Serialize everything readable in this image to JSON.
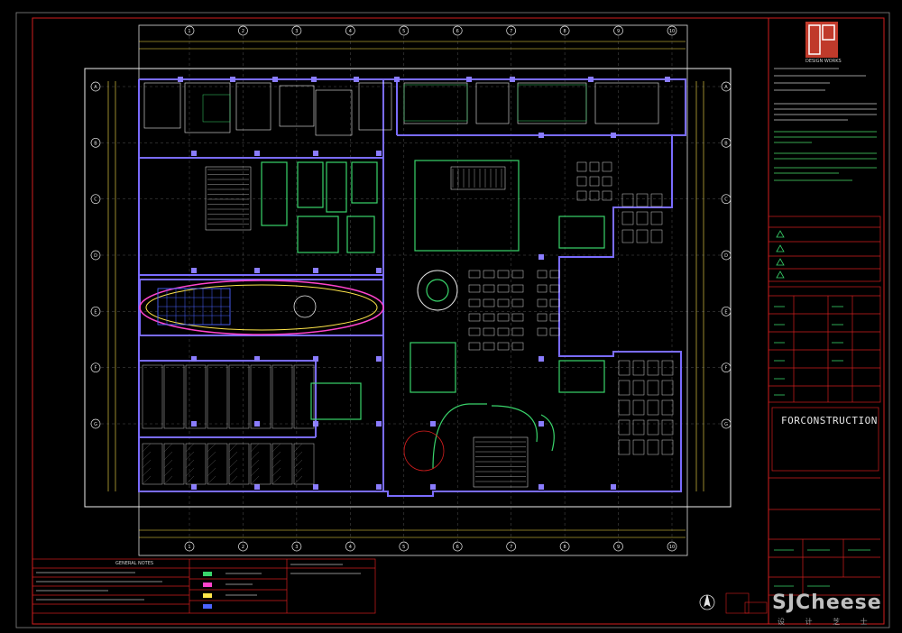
{
  "sheet": {
    "stamp": "FORCONSTRUCTION",
    "logo_caption": "DESIGN WORKS",
    "watermark_main": "SJCheese",
    "watermark_sub": "设 计 芝 士"
  },
  "grid": {
    "columns_top": [
      "1",
      "2",
      "3",
      "4",
      "5",
      "6",
      "7",
      "8",
      "9",
      "10"
    ],
    "rows_left": [
      "A",
      "B",
      "C",
      "D",
      "E",
      "F",
      "G"
    ]
  },
  "legend": {
    "header": "GENERAL NOTES"
  },
  "colors": {
    "frame": "#d21e1e",
    "plan_line": "#ffffff",
    "walls": "#7a6cff",
    "furniture": "#e6e6e6",
    "hatch": "#39d46b",
    "dims": "#ffe54a",
    "highlight": "#ff44cc"
  },
  "icons": [
    "warning-triangle-icon",
    "north-arrow-icon",
    "company-logo-icon"
  ]
}
